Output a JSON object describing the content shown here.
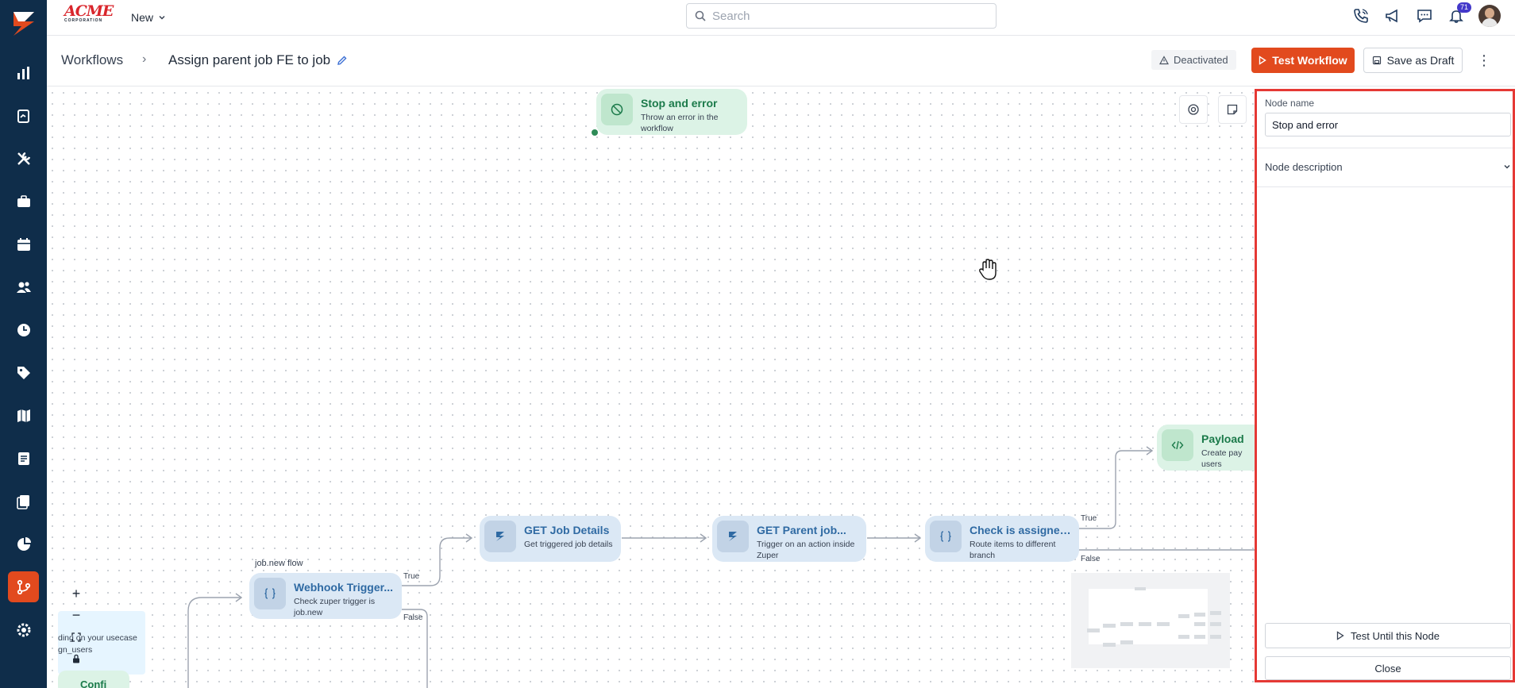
{
  "topbar": {
    "brand_line1": "ACME",
    "brand_line2": "CORPORATION",
    "new_label": "New",
    "search_placeholder": "Search",
    "notification_count": "71"
  },
  "header": {
    "breadcrumb": "Workflows",
    "separator": "›",
    "title": "Assign parent job FE to job",
    "status": "Deactivated",
    "test_label": "Test Workflow",
    "draft_label": "Save as Draft",
    "more_label": "⋮"
  },
  "nodes": {
    "stop": {
      "title": "Stop and error",
      "desc": "Throw an error in the workflow"
    },
    "webhook": {
      "title": "Webhook Trigger...",
      "desc": "Check zuper trigger is job.new"
    },
    "get_job": {
      "title": "GET Job Details",
      "desc": "Get triggered job details"
    },
    "get_parent": {
      "title": "GET Parent job...",
      "desc": "Trigger on an action inside Zuper"
    },
    "check": {
      "title": "Check is assigned...",
      "desc": "Route items to different branch"
    },
    "payload": {
      "title": "Payload",
      "desc": "Create pay users"
    }
  },
  "canvas": {
    "flow_label": "job.new flow",
    "true_label": "True",
    "false_label": "False",
    "partial_line1": "ding on your usecase",
    "partial_line2": "gn_users",
    "partial_node": "Confi",
    "zoom_in": "+",
    "zoom_out": "−"
  },
  "panel": {
    "name_label": "Node name",
    "name_value": "Stop and error",
    "desc_label": "Node description",
    "test_until_label": "Test Until this Node",
    "close_label": "Close"
  },
  "colors": {
    "sidebar": "#0f2d4a",
    "accent": "#e24a1e",
    "highlight_border": "#e53935"
  }
}
